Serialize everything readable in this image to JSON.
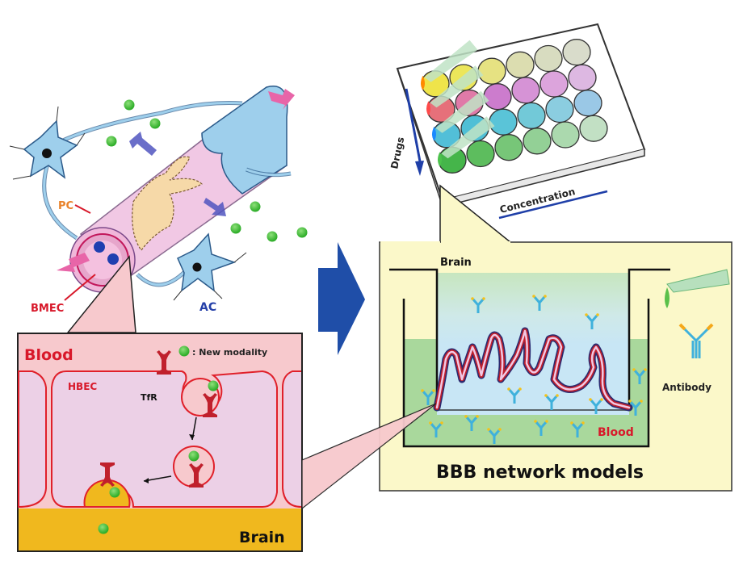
{
  "figure": {
    "neurovascular": {
      "labels": {
        "pericyte": "PC",
        "endothelial": "BMEC",
        "astrocyte": "AC"
      }
    },
    "transcytosis_panel": {
      "blood_label": "Blood",
      "brain_label": "Brain",
      "cell_label": "HBEC",
      "receptor_label": "TfR",
      "legend_text": ": New modality"
    },
    "well_plate": {
      "rows_axis_label": "Drugs",
      "cols_axis_label": "Concentration",
      "rows": 4,
      "cols": 6,
      "well_colors": [
        [
          "#efe44a",
          "#ece65a",
          "#e6e282",
          "#dcddb0",
          "#d8dcc0",
          "#d9dccb"
        ],
        [
          "#e6707a",
          "#e07aa8",
          "#cc7ccd",
          "#d693d6",
          "#dca4dc",
          "#ddb8e2"
        ],
        [
          "#52bfd8",
          "#4fbfd6",
          "#5ac4d8",
          "#72c9d8",
          "#8bcde0",
          "#9ac8e6"
        ],
        [
          "#45b54a",
          "#5dbd5e",
          "#77c678",
          "#93d096",
          "#abd9ae",
          "#c2e0c4"
        ]
      ],
      "drop_colors": [
        "#ff8a00",
        "#ff4a4a",
        "#1a8aff",
        "#4cc24c"
      ]
    },
    "bbb_model": {
      "title": "BBB network models",
      "brain_label": "Brain",
      "blood_label": "Blood",
      "antibody_label": "Antibody"
    },
    "colors": {
      "arrow_blue": "#1f4ea8",
      "blood_red": "#d8182a",
      "membrane_red": "#e0202a",
      "pink_bg": "#f7c9cd",
      "cell_lilac": "#ecd0e6",
      "brain_yellow": "#f0b81e",
      "panel_cream": "#fbf8c9",
      "green_dot": "#3fbf3a",
      "astrocyte_blue": "#9ecfec",
      "vessel_pink": "#f1c8e4"
    }
  }
}
